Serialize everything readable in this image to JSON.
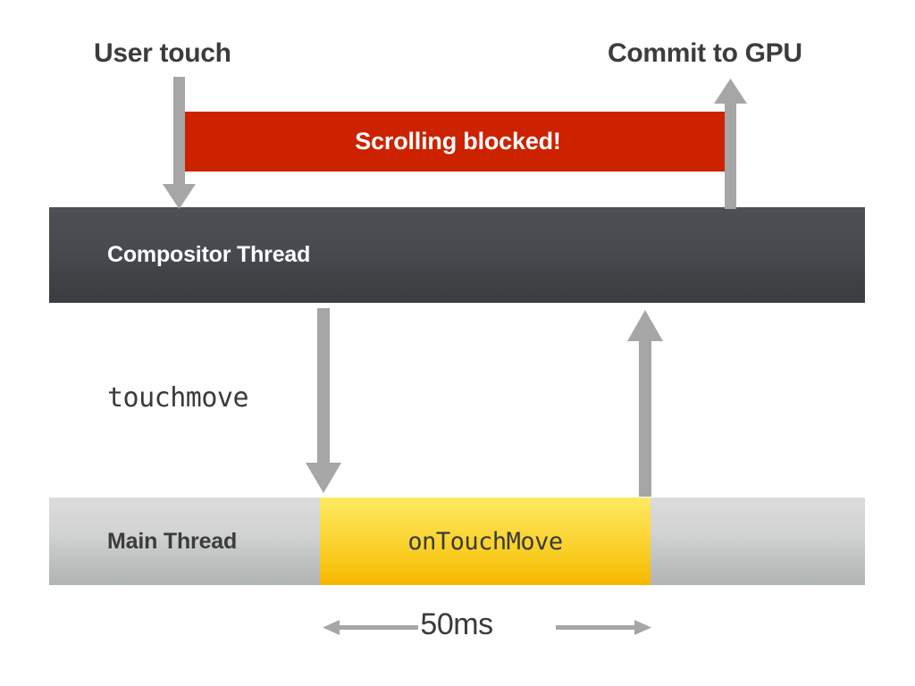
{
  "diagram": {
    "title": "Scroll blocking touch handler timeline",
    "background_color": "#ffffff",
    "labels": {
      "user_touch": "User touch",
      "commit_to_gpu": "Commit to GPU"
    },
    "banner": {
      "text": "Scrolling blocked!",
      "color": "#cc2200",
      "text_color": "#ffffff"
    },
    "lanes": [
      {
        "name": "compositor-thread",
        "label": "Compositor Thread",
        "color": "#474b50",
        "text_color": "#ffffff"
      },
      {
        "name": "main-thread",
        "label": "Main Thread",
        "color": "#c8caca",
        "text_color": "#3c3c3c"
      }
    ],
    "events": {
      "touchmove": "touchmove",
      "on_touch_move": "onTouchMove",
      "on_touch_move_color": "#f9cd22"
    },
    "measure": {
      "value": "50ms",
      "color": "#9a9a9a"
    },
    "arrow_color": "#a6a6a6",
    "arrows": [
      {
        "name": "user-touch-arrow",
        "direction": "down"
      },
      {
        "name": "commit-to-gpu-arrow",
        "direction": "up"
      },
      {
        "name": "touchmove-arrow",
        "direction": "down"
      },
      {
        "name": "main-to-compositor-arrow",
        "direction": "up"
      },
      {
        "name": "measure-left-arrow",
        "direction": "left"
      },
      {
        "name": "measure-right-arrow",
        "direction": "right"
      }
    ]
  }
}
